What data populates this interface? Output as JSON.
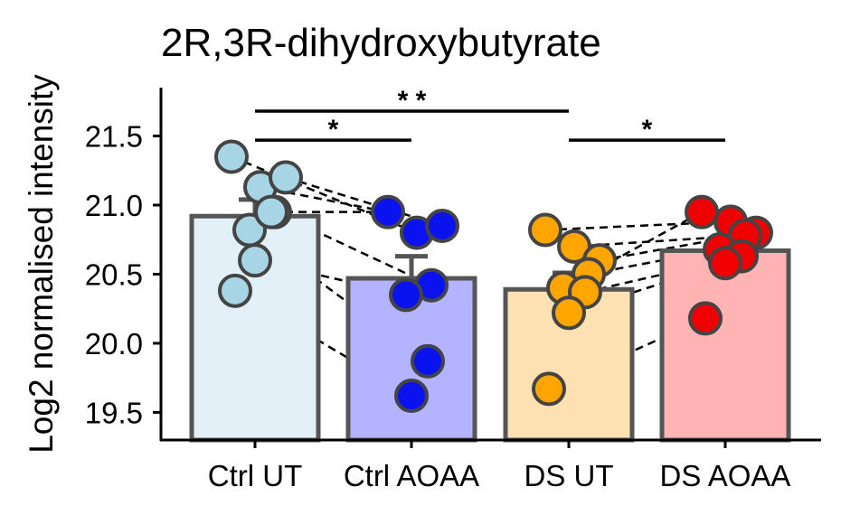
{
  "chart_data": {
    "type": "bar",
    "title": "2R,3R-dihydroxybutyrate",
    "xlabel": "",
    "ylabel": "Log2 normalised intensity",
    "ylim": [
      19.3,
      21.85
    ],
    "yticks": [
      19.5,
      20.0,
      20.5,
      21.0,
      21.5
    ],
    "ytick_labels": [
      "19.5",
      "20.0",
      "20.5",
      "21.0",
      "21.5"
    ],
    "grid": false,
    "legend": "none",
    "categories": [
      "Ctrl UT",
      "Ctrl AOAA",
      "DS UT",
      "DS AOAA"
    ],
    "means": [
      20.92,
      20.47,
      20.39,
      20.67
    ],
    "sem": [
      0.12,
      0.16,
      0.12,
      0.08
    ],
    "bar_fill": [
      "#e3f0f8",
      "#b3b3ff",
      "#fde1b3",
      "#ffb3b3"
    ],
    "point_fill": [
      "#a8d5e5",
      "#0a12f0",
      "#ffa500",
      "#f00000"
    ],
    "outline_color": "#555555",
    "points": [
      [
        21.35,
        21.13,
        21.2,
        20.95,
        20.82,
        20.95,
        20.6,
        20.38
      ],
      [
        20.95,
        20.8,
        20.85,
        20.42,
        20.35,
        19.87,
        19.62
      ],
      [
        20.82,
        20.7,
        20.6,
        20.5,
        20.4,
        20.37,
        20.22,
        19.67
      ],
      [
        20.95,
        20.88,
        20.8,
        20.78,
        20.68,
        20.63,
        20.58,
        20.18
      ]
    ],
    "pairs": [
      {
        "from": [
          0,
          0
        ],
        "to": [
          1,
          1
        ]
      },
      {
        "from": [
          0,
          1
        ],
        "to": [
          1,
          0
        ]
      },
      {
        "from": [
          0,
          2
        ],
        "to": [
          1,
          2
        ]
      },
      {
        "from": [
          0,
          3
        ],
        "to": [
          1,
          3
        ]
      },
      {
        "from": [
          0,
          4
        ],
        "to": [
          1,
          5
        ]
      },
      {
        "from": [
          0,
          5
        ],
        "to": [
          1,
          0
        ]
      },
      {
        "from": [
          0,
          6
        ],
        "to": [
          1,
          4
        ]
      },
      {
        "from": [
          0,
          7
        ],
        "to": [
          1,
          6
        ]
      },
      {
        "from": [
          2,
          0
        ],
        "to": [
          3,
          1
        ]
      },
      {
        "from": [
          2,
          1
        ],
        "to": [
          3,
          3
        ]
      },
      {
        "from": [
          2,
          2
        ],
        "to": [
          3,
          2
        ]
      },
      {
        "from": [
          2,
          3
        ],
        "to": [
          3,
          4
        ]
      },
      {
        "from": [
          2,
          4
        ],
        "to": [
          3,
          0
        ]
      },
      {
        "from": [
          2,
          5
        ],
        "to": [
          3,
          5
        ]
      },
      {
        "from": [
          2,
          6
        ],
        "to": [
          3,
          6
        ]
      },
      {
        "from": [
          2,
          7
        ],
        "to": [
          3,
          7
        ]
      }
    ],
    "significance": [
      {
        "from": 0,
        "to": 2,
        "label": "* *",
        "level": 21.68
      },
      {
        "from": 0,
        "to": 1,
        "label": "*",
        "level": 21.47
      },
      {
        "from": 2,
        "to": 3,
        "label": "*",
        "level": 21.47
      }
    ]
  }
}
